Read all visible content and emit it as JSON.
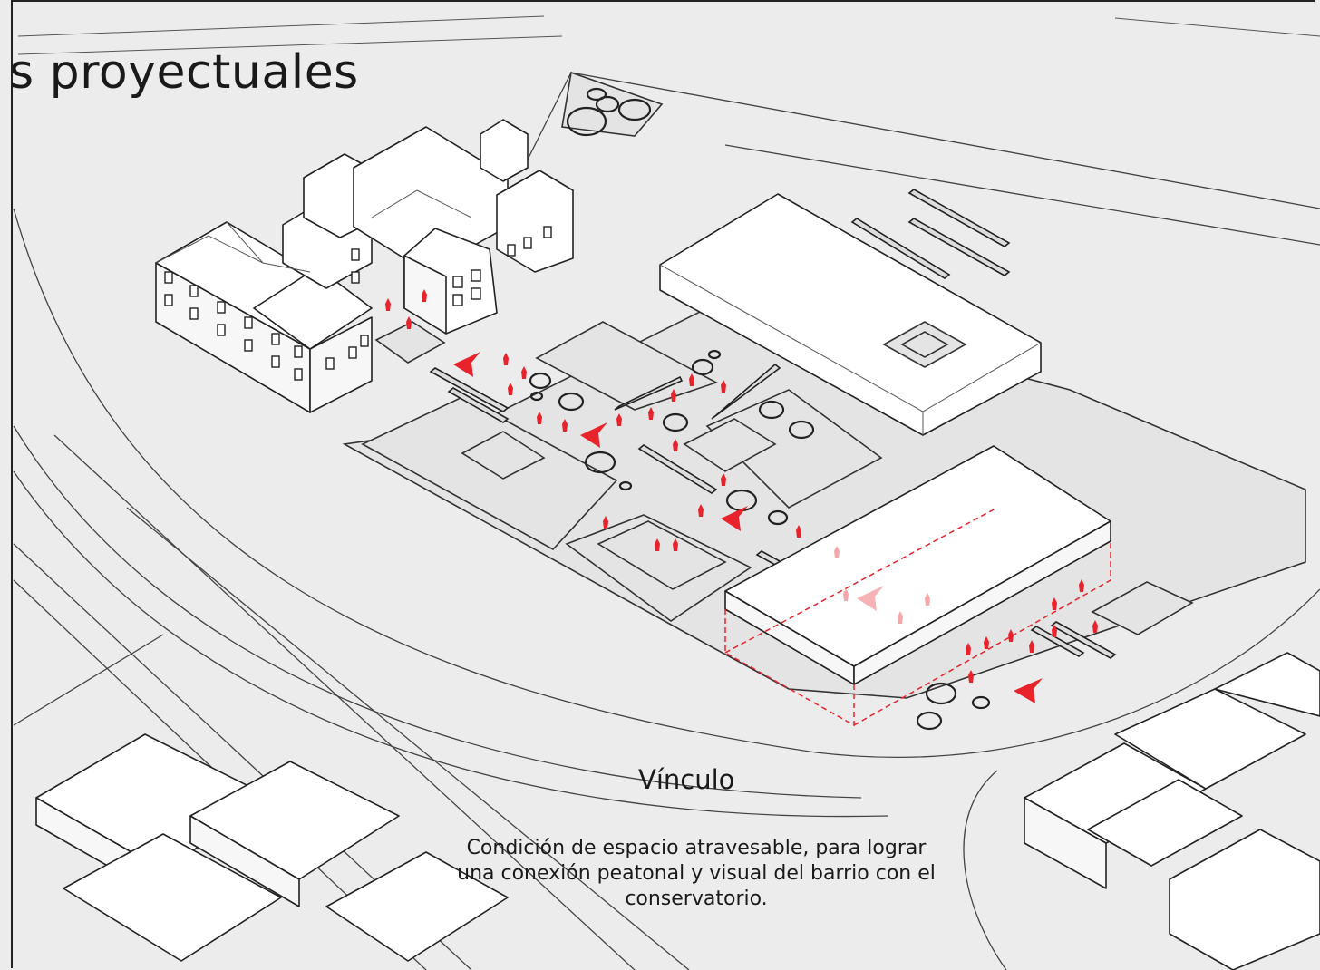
{
  "header": {
    "title": "s proyectuales"
  },
  "caption": {
    "heading": "Vínculo",
    "body_line1": "Condición de espacio atravesable, para lograr",
    "body_line2": "una conexión peatonal y visual del barrio con el",
    "body_line3": "conservatorio."
  },
  "colors": {
    "accent": "#e8232b",
    "ink": "#1a1a1a",
    "background": "#ececec"
  },
  "icons": [
    "direction-arrow-icon",
    "person-marker-icon",
    "picnic-table-icon"
  ]
}
